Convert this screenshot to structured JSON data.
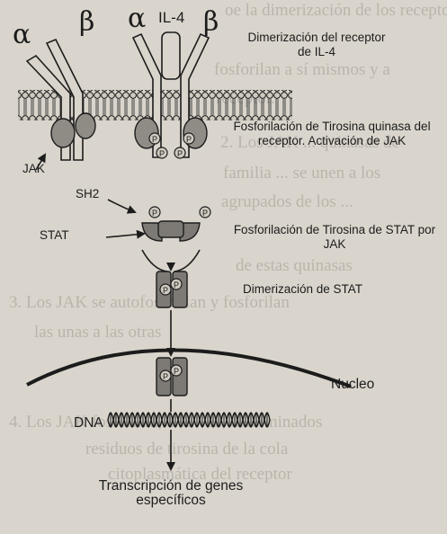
{
  "labels": {
    "alpha1": "α",
    "beta1": "β",
    "alpha2": "α",
    "il4": "IL-4",
    "beta2": "β",
    "dimerization_receptor": "Dimerización del receptor de IL-4",
    "phosphorylation_receptor": "Fosforilación de Tirosina quinasa del receptor. Activación de JAK",
    "jak": "JAK",
    "sh2": "SH2",
    "stat": "STAT",
    "phosphorylation_stat": "Fosforilación de Tirosina de STAT por JAK",
    "stat_dimerization": "Dimerización de STAT",
    "nucleus": "Nucleo",
    "dna": "DNA",
    "transcription": "Transcripción de genes específicos",
    "phospho": "P"
  },
  "background_text": [
    "oe la dimerización de los receptores",
    "fosforilan a sí mismos y a",
    "receptor.",
    "2. Los JAK ... quinasas de",
    "familia ... se unen a los",
    "agrupados de los ...",
    "de estas quinasas",
    "3. Los JAK se autofosforilan y fosforilan",
    "las unas a las otras",
    "4. Los JAK fosforilan, a su vez, determinados",
    "residuos de tirosina de la cola",
    "citoplasmática del receptor"
  ],
  "colors": {
    "page": "#d9d5cc",
    "line": "#1c1c1c",
    "membrane": "#cfcabf",
    "jak_fill": "#8f8b85",
    "stat_fill": "#7d7a75"
  }
}
